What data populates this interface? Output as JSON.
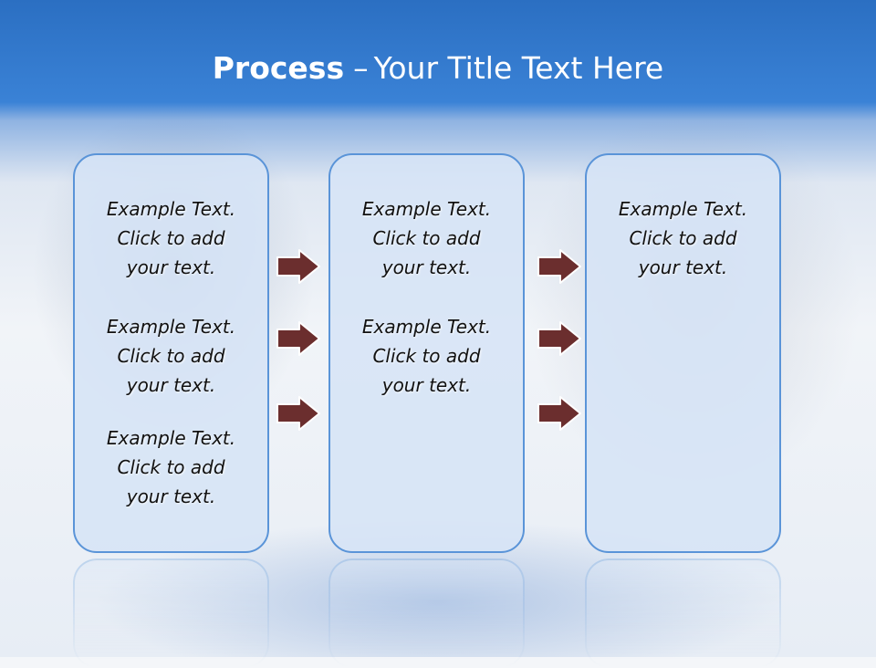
{
  "title": {
    "bold": "Process",
    "separator": "–",
    "rest": "Your Title Text Here"
  },
  "columns": [
    {
      "items": [
        {
          "l1": "Example Text.",
          "l2": "Click  to add",
          "l3": "your text."
        },
        {
          "l1": "Example Text.",
          "l2": "Click  to add",
          "l3": "your text."
        },
        {
          "l1": "Example Text.",
          "l2": "Click  to add",
          "l3": "your text."
        }
      ]
    },
    {
      "items": [
        {
          "l1": "Example Text.",
          "l2": "Click  to add",
          "l3": "your text."
        },
        {
          "l1": "Example Text.",
          "l2": "Click  to add",
          "l3": "your text."
        }
      ]
    },
    {
      "items": [
        {
          "l1": "Example Text.",
          "l2": "Click  to add",
          "l3": "your text."
        }
      ]
    }
  ],
  "colors": {
    "header": "#2b6fc2",
    "box_fill": "#d6e4f6",
    "box_border": "#5a94d8",
    "arrow_fill": "#6b2e2e"
  },
  "icons": {
    "arrow": "right-arrow-icon"
  }
}
